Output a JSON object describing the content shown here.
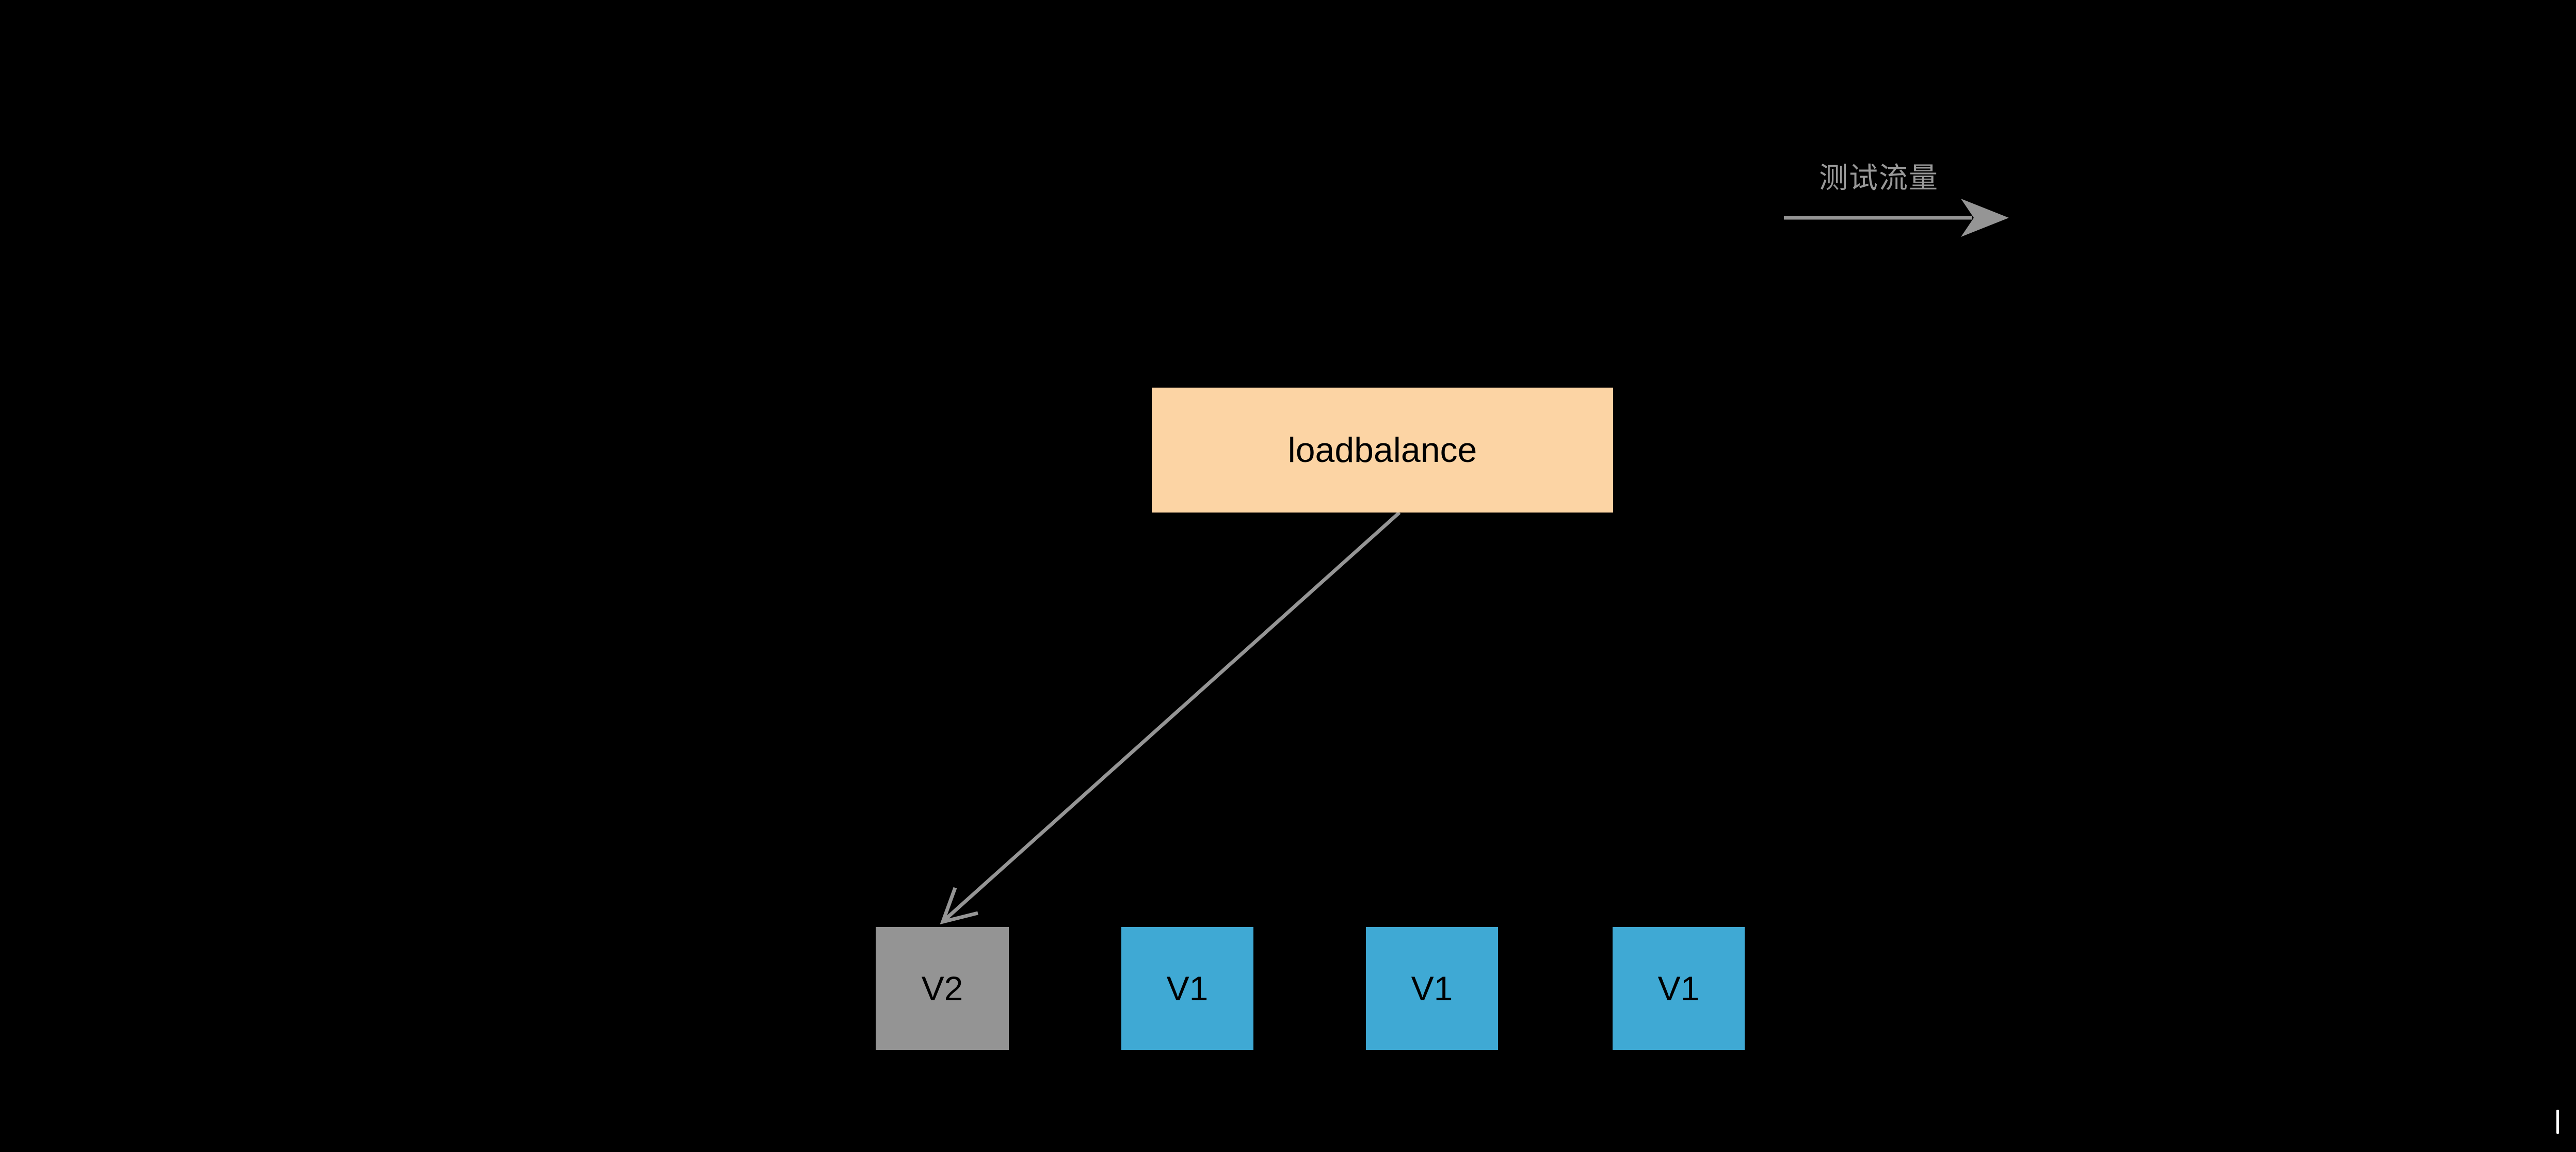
{
  "diagram": {
    "background": "#000000",
    "traffic_label": {
      "text": "测试流量",
      "color": "#999999"
    },
    "arrow_color": "#959595",
    "nodes": {
      "loadbalance": {
        "label": "loadbalance",
        "fill": "#FCD4A4",
        "text_color": "#000000"
      },
      "v2": {
        "label": "V2",
        "fill": "#949494",
        "text_color": "#000000"
      },
      "v1_1": {
        "label": "V1",
        "fill": "#3FA9D4",
        "text_color": "#000000"
      },
      "v1_2": {
        "label": "V1",
        "fill": "#3FA9D4",
        "text_color": "#000000"
      },
      "v1_3": {
        "label": "V1",
        "fill": "#3FA9D4",
        "text_color": "#000000"
      }
    },
    "artifact_color": "#000000",
    "cursor_color": "#FFFFFF"
  }
}
